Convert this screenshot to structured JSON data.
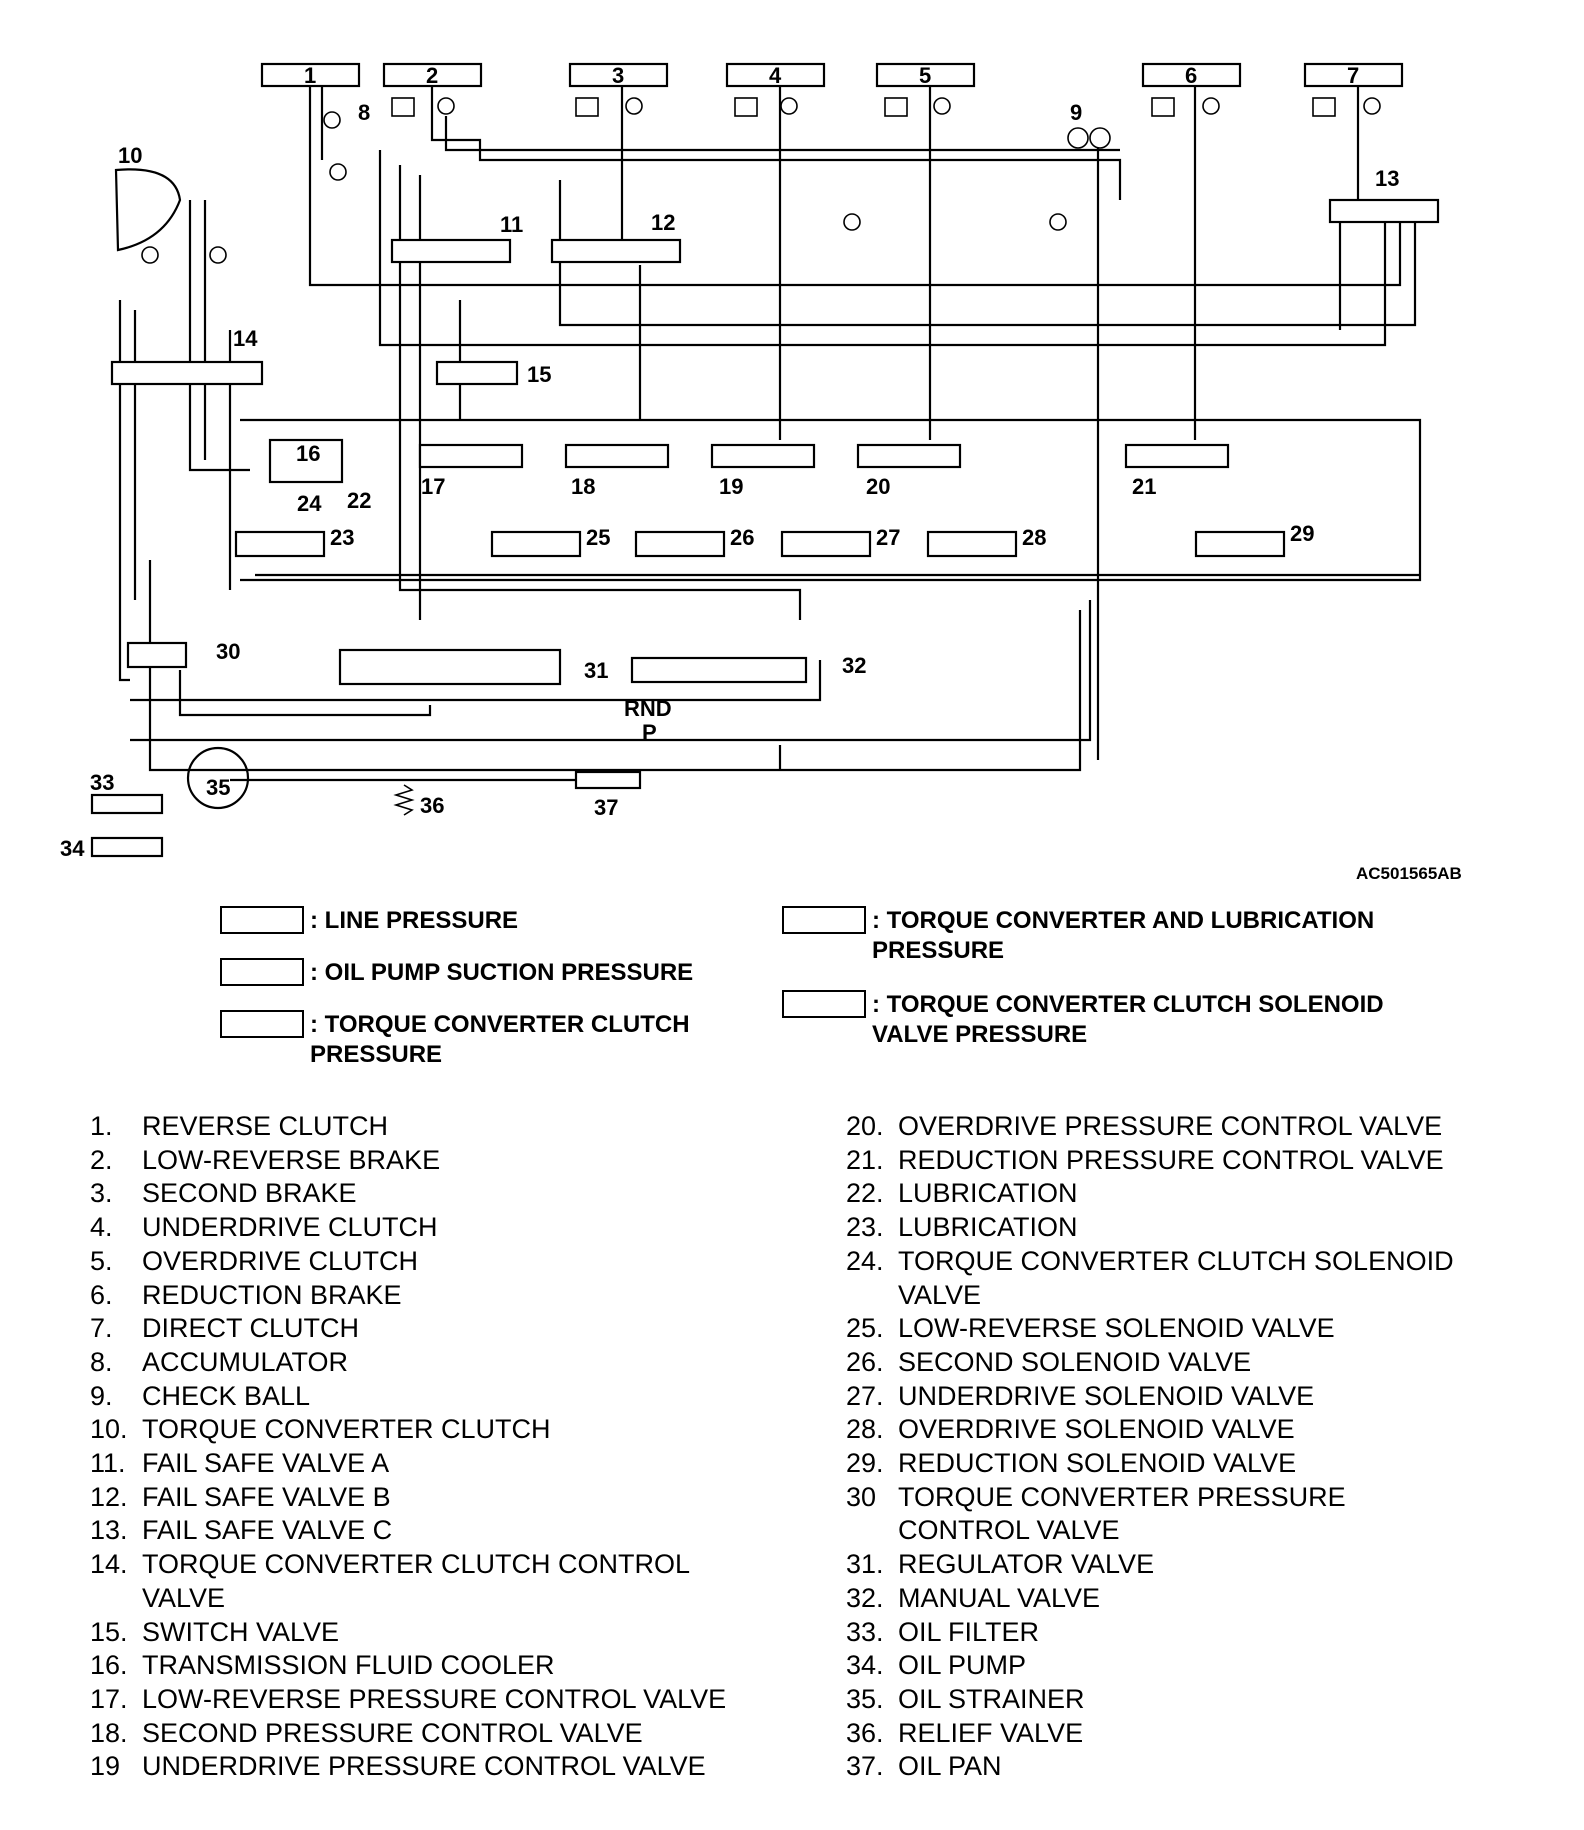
{
  "diagram": {
    "labels": [
      "1",
      "2",
      "3",
      "4",
      "5",
      "6",
      "7",
      "8",
      "9",
      "10",
      "11",
      "12",
      "13",
      "14",
      "15",
      "16",
      "17",
      "18",
      "19",
      "20",
      "21",
      "22",
      "23",
      "24",
      "25",
      "26",
      "27",
      "28",
      "29",
      "30",
      "31",
      "32",
      "33",
      "34",
      "35",
      "36",
      "37"
    ],
    "selector_positions": "RND",
    "selector_park": "P",
    "reference_code": "AC501565AB"
  },
  "pressure_keys": [
    {
      "label": ": LINE PRESSURE"
    },
    {
      "label": ": OIL PUMP SUCTION PRESSURE"
    },
    {
      "label": ": TORQUE CONVERTER CLUTCH\n  PRESSURE"
    },
    {
      "label": ": TORQUE CONVERTER AND LUBRICATION\n  PRESSURE"
    },
    {
      "label": ": TORQUE CONVERTER CLUTCH SOLENOID\n  VALVE PRESSURE"
    }
  ],
  "legend_left": [
    {
      "num": "1.",
      "text": "REVERSE CLUTCH"
    },
    {
      "num": "2.",
      "text": "LOW-REVERSE BRAKE"
    },
    {
      "num": "3.",
      "text": "SECOND BRAKE"
    },
    {
      "num": "4.",
      "text": "UNDERDRIVE CLUTCH"
    },
    {
      "num": "5.",
      "text": "OVERDRIVE CLUTCH"
    },
    {
      "num": "6.",
      "text": "REDUCTION BRAKE"
    },
    {
      "num": "7.",
      "text": "DIRECT CLUTCH"
    },
    {
      "num": "8.",
      "text": "ACCUMULATOR"
    },
    {
      "num": "9.",
      "text": "CHECK BALL"
    },
    {
      "num": "10.",
      "text": "TORQUE CONVERTER CLUTCH"
    },
    {
      "num": "11.",
      "text": "FAIL SAFE VALVE A"
    },
    {
      "num": "12.",
      "text": "FAIL SAFE VALVE B"
    },
    {
      "num": "13.",
      "text": "FAIL SAFE VALVE C"
    },
    {
      "num": "14.",
      "text": "TORQUE CONVERTER CLUTCH CONTROL\nVALVE"
    },
    {
      "num": "15.",
      "text": "SWITCH VALVE"
    },
    {
      "num": "16.",
      "text": "TRANSMISSION FLUID COOLER"
    },
    {
      "num": "17.",
      "text": "LOW-REVERSE PRESSURE CONTROL VALVE"
    },
    {
      "num": "18.",
      "text": "SECOND PRESSURE CONTROL VALVE"
    },
    {
      "num": "19",
      "text": "UNDERDRIVE PRESSURE CONTROL VALVE"
    }
  ],
  "legend_right": [
    {
      "num": "20.",
      "text": "OVERDRIVE PRESSURE CONTROL VALVE"
    },
    {
      "num": "21.",
      "text": "REDUCTION PRESSURE CONTROL VALVE"
    },
    {
      "num": "22.",
      "text": "LUBRICATION"
    },
    {
      "num": "23.",
      "text": "LUBRICATION"
    },
    {
      "num": "24.",
      "text": "TORQUE CONVERTER CLUTCH SOLENOID\nVALVE"
    },
    {
      "num": "25.",
      "text": "LOW-REVERSE SOLENOID VALVE"
    },
    {
      "num": "26.",
      "text": "SECOND SOLENOID VALVE"
    },
    {
      "num": "27.",
      "text": "UNDERDRIVE SOLENOID VALVE"
    },
    {
      "num": "28.",
      "text": "OVERDRIVE SOLENOID VALVE"
    },
    {
      "num": "29.",
      "text": "REDUCTION SOLENOID VALVE"
    },
    {
      "num": "30",
      "text": "TORQUE CONVERTER PRESSURE\nCONTROL VALVE"
    },
    {
      "num": "31.",
      "text": "REGULATOR VALVE"
    },
    {
      "num": "32.",
      "text": "MANUAL VALVE"
    },
    {
      "num": "33.",
      "text": "OIL FILTER"
    },
    {
      "num": "34.",
      "text": "OIL PUMP"
    },
    {
      "num": "35.",
      "text": "OIL STRAINER"
    },
    {
      "num": "36.",
      "text": "RELIEF VALVE"
    },
    {
      "num": "37.",
      "text": "OIL PAN"
    }
  ]
}
